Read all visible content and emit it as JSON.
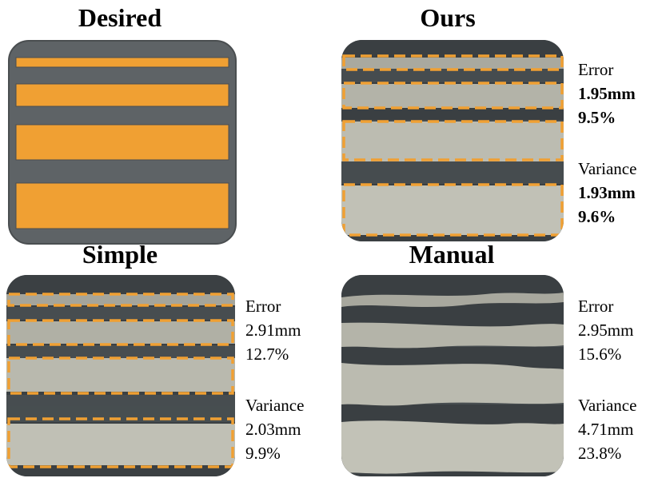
{
  "panels": {
    "desired": {
      "title": "Desired"
    },
    "ours": {
      "title": "Ours",
      "error_label": "Error",
      "error_mm": "1.95mm",
      "error_pct": "9.5%",
      "variance_label": "Variance",
      "variance_mm": "1.93mm",
      "variance_pct": "9.6%"
    },
    "simple": {
      "title": "Simple",
      "error_label": "Error",
      "error_mm": "2.91mm",
      "error_pct": "12.7%",
      "variance_label": "Variance",
      "variance_mm": "2.03mm",
      "variance_pct": "9.9%"
    },
    "manual": {
      "title": "Manual",
      "error_label": "Error",
      "error_mm": "2.95mm",
      "error_pct": "15.6%",
      "variance_label": "Variance",
      "variance_mm": "4.71mm",
      "variance_pct": "23.8%"
    }
  },
  "colors": {
    "target_orange": "#f0a033",
    "desired_bg": "#5e6366",
    "dark_surface": "#3d4244",
    "bead_gray": "#b7b7ad"
  }
}
